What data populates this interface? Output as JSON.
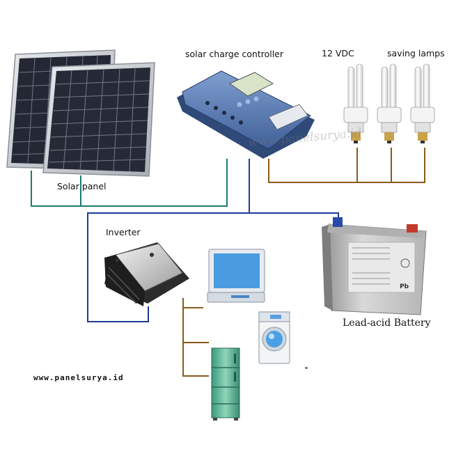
{
  "labels": {
    "solar_panel": "Solar panel",
    "charge_controller": "solar charge controller",
    "voltage": "12 VDC",
    "saving_lamps": "saving lamps",
    "inverter": "Inverter",
    "battery": "Lead-acid Battery",
    "website": "www.panelsurya.id",
    "watermark": "www.panelsurya.id"
  },
  "colors": {
    "panel_wire": "#1a7a6e",
    "battery_wire": "#1e3a9a",
    "load_wire": "#8a5a18",
    "panel_cell": "#2b2f3a",
    "controller_body": "#5a7bb0"
  },
  "icons": {
    "solar_panels": "solar-panel-icon",
    "controller": "charge-controller-icon",
    "lamps": "cfl-bulb-icon",
    "battery": "battery-icon",
    "inverter": "inverter-icon",
    "monitor": "monitor-icon",
    "washer": "washing-machine-icon",
    "fridge": "refrigerator-icon"
  }
}
